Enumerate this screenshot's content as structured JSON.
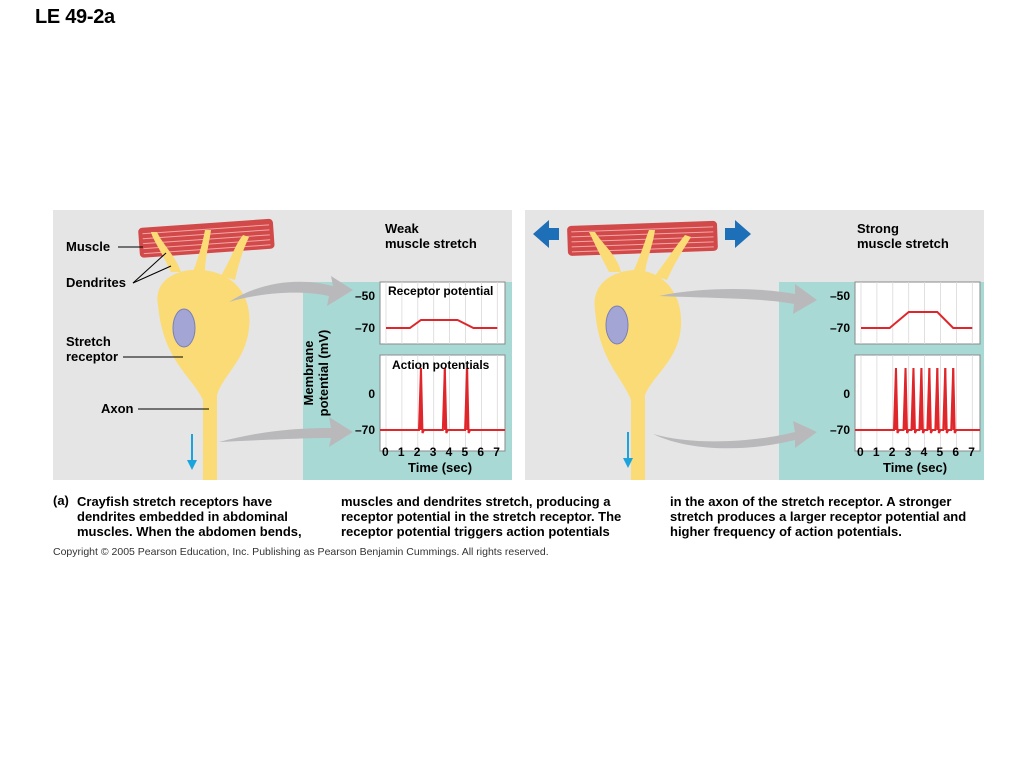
{
  "title": "LE 49-2a",
  "left_panel": {
    "condition": "Weak\nmuscle stretch",
    "labels": {
      "muscle": "Muscle",
      "dendrites": "Dendrites",
      "stretch_receptor": "Stretch\nreceptor",
      "axon": "Axon"
    },
    "receptor_graph_label": "Receptor potential",
    "action_graph_label": "Action potentials",
    "y_axis_label": "Membrane\npotential (mV)",
    "x_axis_label": "Time (sec)",
    "receptor_ticks": [
      "–50",
      "–70"
    ],
    "action_ticks": [
      "0",
      "–70"
    ],
    "x_ticks": [
      "0",
      "1",
      "2",
      "3",
      "4",
      "5",
      "6",
      "7"
    ]
  },
  "right_panel": {
    "condition": "Strong\nmuscle stretch",
    "x_axis_label": "Time (sec)",
    "receptor_ticks": [
      "–50",
      "–70"
    ],
    "action_ticks": [
      "0",
      "–70"
    ],
    "x_ticks": [
      "0",
      "1",
      "2",
      "3",
      "4",
      "5",
      "6",
      "7"
    ]
  },
  "traces": {
    "weak": {
      "receptor_mv": [
        -70,
        -70,
        -65,
        -65,
        -65,
        -70,
        -70
      ],
      "receptor_time": [
        0,
        1.5,
        2.2,
        4.0,
        4.5,
        5.5,
        7
      ],
      "spike_times": [
        2.2,
        3.7,
        5.1
      ]
    },
    "strong": {
      "receptor_mv": [
        -70,
        -70,
        -60,
        -60,
        -70,
        -70
      ],
      "receptor_time": [
        0,
        1.8,
        3.0,
        4.8,
        5.8,
        7
      ],
      "spike_times": [
        2.2,
        2.8,
        3.3,
        3.8,
        4.3,
        4.8,
        5.3,
        5.8
      ]
    }
  },
  "caption": {
    "tag": "(a)",
    "col1": "Crayfish stretch receptors have dendrites embedded in abdominal muscles. When the abdomen bends,",
    "col2": "muscles and dendrites stretch, producing a receptor potential in the stretch receptor. The receptor potential triggers action potentials",
    "col3": "in the axon of the stretch receptor. A stronger stretch produces a larger receptor potential and higher frequency of action potentials."
  },
  "copyright": "Copyright © 2005 Pearson Education, Inc. Publishing as Pearson Benjamin Cummings. All rights reserved.",
  "colors": {
    "panel_bg": "#e6e5e5",
    "graph_area": "#a9d9d5",
    "muscle": "#d2494a",
    "neuron": "#fbdb75",
    "nucleus": "#a3a6d4",
    "trace": "#e0262b",
    "stretch_arrow": "#1d6fb7",
    "axon_arrow": "#1ba3dd"
  }
}
